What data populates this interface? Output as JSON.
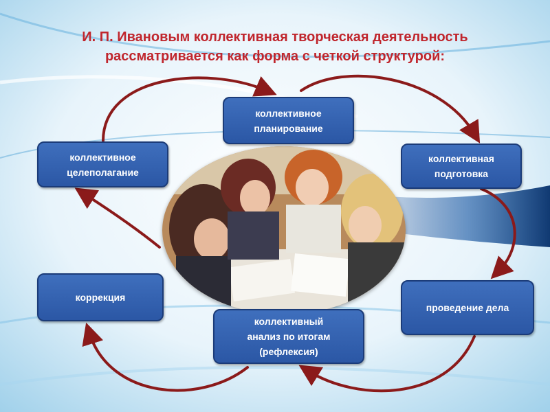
{
  "title": {
    "line1": "И. П. Ивановым коллективная творческая деятельность",
    "line2": "рассматривается как форма с четкой структурой:"
  },
  "stages": {
    "goal_setting": [
      "коллективное",
      "целеполагание"
    ],
    "planning": [
      "коллективное",
      "планирование"
    ],
    "preparation": [
      "коллективная",
      "подготовка"
    ],
    "conducting": [
      "проведение дела"
    ],
    "analysis": [
      "коллективный",
      "анализ по итогам",
      "(рефлексия)"
    ],
    "correction": [
      "коррекция"
    ]
  },
  "colors": {
    "title": "#c0262d",
    "box_fill": "#2f5ca8",
    "box_border": "#1b3b78",
    "arrow": "#8b1a1a"
  }
}
